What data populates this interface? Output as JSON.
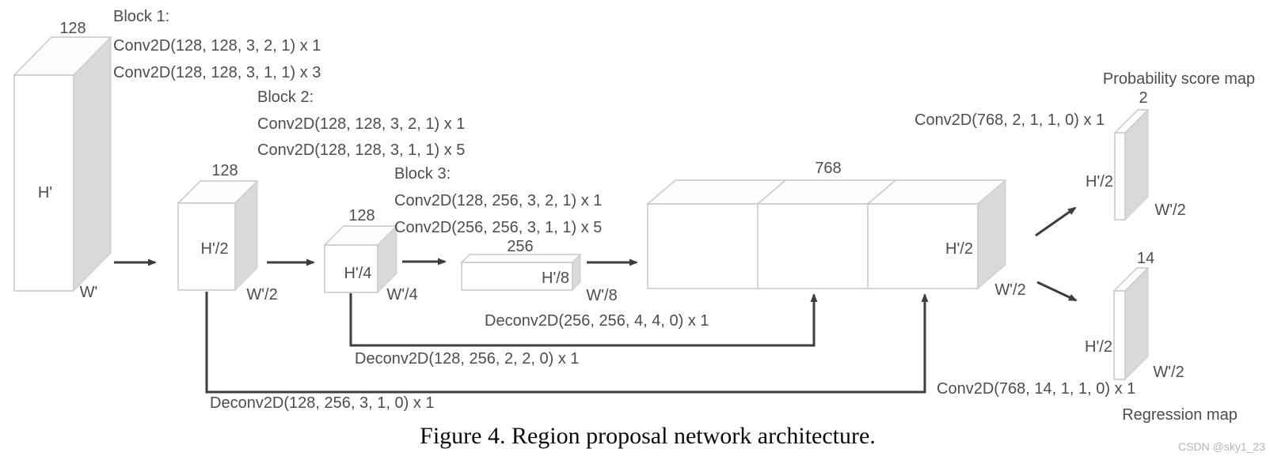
{
  "figure": {
    "caption": "Figure 4. Region proposal network architecture.",
    "watermark": "CSDN @sky1_23"
  },
  "palette": {
    "box_front": "#ffffff",
    "box_side": "#d9d9d9",
    "box_stroke": "#c7c7c7",
    "label_text": "#4d4d4d",
    "arrow": "#3e3e3e",
    "caption_text": "#0a0a0a",
    "watermark_text": "#b6b3bd"
  },
  "blocks": {
    "b1": {
      "title": "Block 1:",
      "conv1": "Conv2D(128, 128, 3, 2, 1) x 1",
      "conv2": "Conv2D(128, 128, 3, 1, 1) x 3"
    },
    "b2": {
      "title": "Block 2:",
      "conv1": "Conv2D(128, 128, 3, 2, 1) x 1",
      "conv2": "Conv2D(128, 128, 3, 1, 1) x 5"
    },
    "b3": {
      "title": "Block 3:",
      "conv1": "Conv2D(128, 256, 3, 2, 1) x 1",
      "conv2": "Conv2D(256, 256, 3, 1, 1) x 5"
    }
  },
  "tensors": {
    "input": {
      "channels": "128",
      "h": "H'",
      "w": "W'"
    },
    "stage1": {
      "channels": "128",
      "h": "H'/2",
      "w": "W'/2"
    },
    "stage2": {
      "channels": "128",
      "h": "H'/4",
      "w": "W'/4"
    },
    "stage3": {
      "channels": "256",
      "h": "H'/8",
      "w": "W'/8"
    },
    "fused": {
      "channels": "768",
      "h": "H'/2",
      "w": "W'/2"
    }
  },
  "deconv": {
    "from_stage3": "Deconv2D(256, 256, 4, 4, 0) x 1",
    "from_stage2": "Deconv2D(128, 256, 2, 2, 0) x 1",
    "from_stage1": "Deconv2D(128, 256, 3, 1, 0) x 1"
  },
  "outputs": {
    "prob": {
      "title": "Probability score map",
      "channels": "2",
      "h": "H'/2",
      "w": "W'/2",
      "op": "Conv2D(768, 2, 1, 1, 0) x 1"
    },
    "reg": {
      "title": "Regression map",
      "channels": "14",
      "h": "H'/2",
      "w": "W'/2",
      "op": "Conv2D(768, 14, 1, 1, 0) x 1"
    }
  }
}
